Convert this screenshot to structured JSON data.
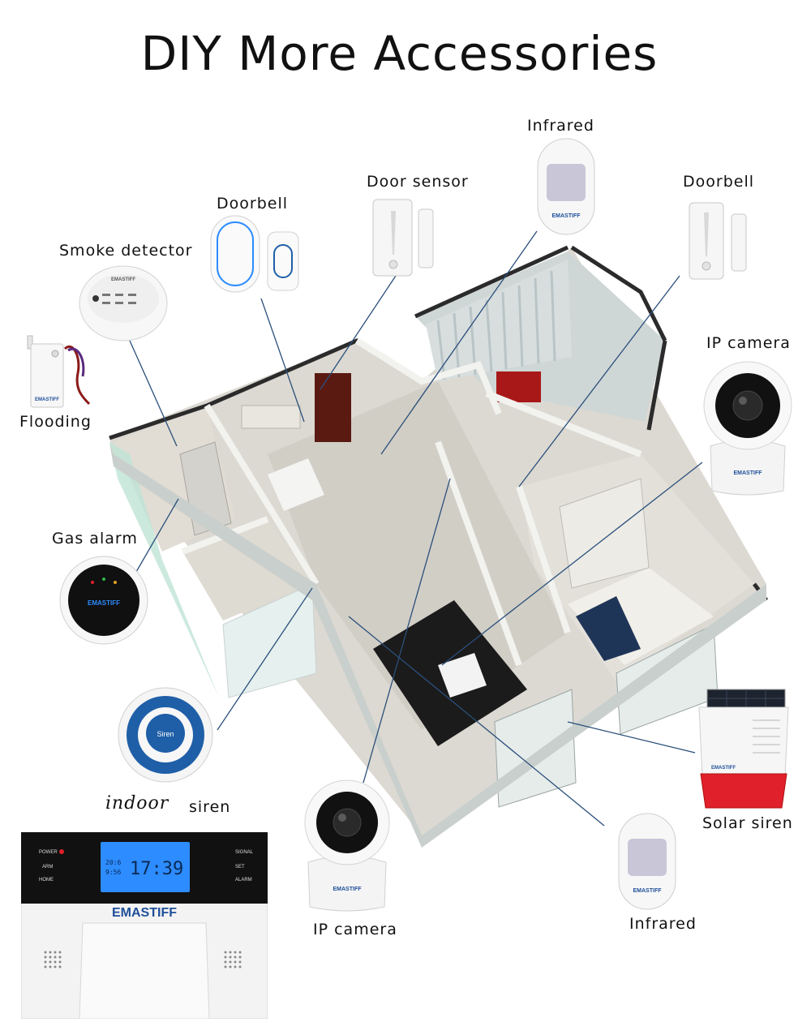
{
  "title": "DIY More Accessories",
  "labels": {
    "infrared_top": "Infrared",
    "door_sensor": "Door sensor",
    "doorbell_right": "Doorbell",
    "doorbell_left": "Doorbell",
    "smoke_detector": "Smoke detector",
    "flooding": "Flooding",
    "ip_camera_right": "IP camera",
    "gas_alarm": "Gas alarm",
    "indoor": "indoor",
    "siren": "siren",
    "ip_camera_bottom": "IP camera",
    "infrared_bottom": "Infrared",
    "solar_siren": "Solar siren"
  },
  "brand": "EMASTIFF",
  "panel": {
    "display_time": "17:39",
    "display_small_1": "20:6",
    "display_small_2": "9:56",
    "left_keys": [
      "POWER",
      "ARM",
      "HOME"
    ],
    "right_keys": [
      "SIGNAL",
      "SET",
      "ALARM"
    ]
  },
  "siren_button": "Siren",
  "colors": {
    "line": "#2a4f7a",
    "siren_blue": "#1f5fa8",
    "siren_red": "#e0202a",
    "lcd_blue": "#2d8cff",
    "floor": "#d9d6cf",
    "wall": "#e9e7e1"
  }
}
